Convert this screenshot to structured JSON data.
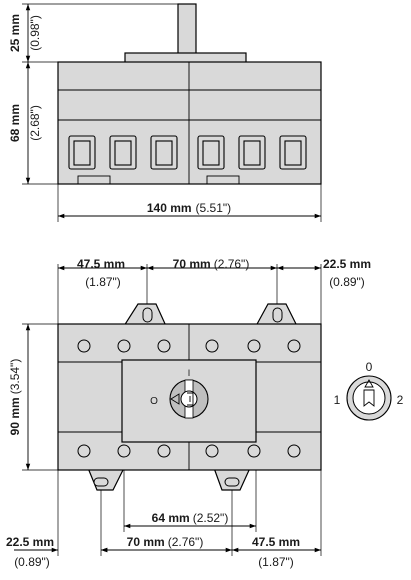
{
  "dimensions": {
    "side_height_25": {
      "mm": "25 mm",
      "inch": "(0.98\")"
    },
    "side_height_68": {
      "mm": "68 mm",
      "inch": "(2.68\")"
    },
    "width_140": {
      "mm": "140 mm",
      "inch": "(5.51\")"
    },
    "top_47_5": {
      "mm": "47.5 mm",
      "inch": "(1.87\")"
    },
    "top_70": {
      "mm": "70 mm",
      "inch": "(2.76\")"
    },
    "top_22_5": {
      "mm": "22.5 mm",
      "inch": "(0.89\")"
    },
    "height_90": {
      "mm": "90 mm",
      "inch": "(3.54\")"
    },
    "bottom_64": {
      "mm": "64 mm",
      "inch": "(2.52\")"
    },
    "bottom_22_5": {
      "mm": "22.5 mm",
      "inch": "(0.89\")"
    },
    "bottom_70": {
      "mm": "70 mm",
      "inch": "(2.76\")"
    },
    "bottom_47_5": {
      "mm": "47.5 mm",
      "inch": "(1.87\")"
    }
  },
  "switch_positions": {
    "off": "0",
    "left": "1",
    "right": "2",
    "front_off": "O",
    "front_on": "I"
  }
}
